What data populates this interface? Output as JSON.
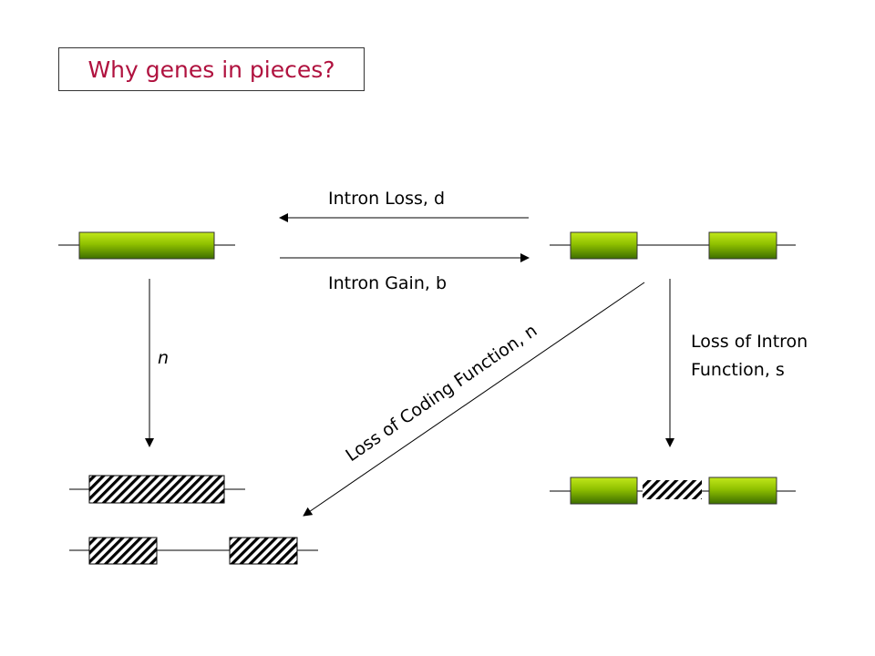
{
  "title": "Why genes in pieces?",
  "labels": {
    "intron_loss": "Intron Loss, d",
    "intron_gain": "Intron Gain, b",
    "n_left": "n",
    "coding_loss": "Loss of Coding Function, n",
    "intron_function_line1": "Loss of Intron",
    "intron_function_line2": "Function, s"
  },
  "colors": {
    "title": "#b0123f",
    "exon_top": "#a6d400",
    "exon_bottom": "#3d6e00",
    "line": "#000000"
  }
}
